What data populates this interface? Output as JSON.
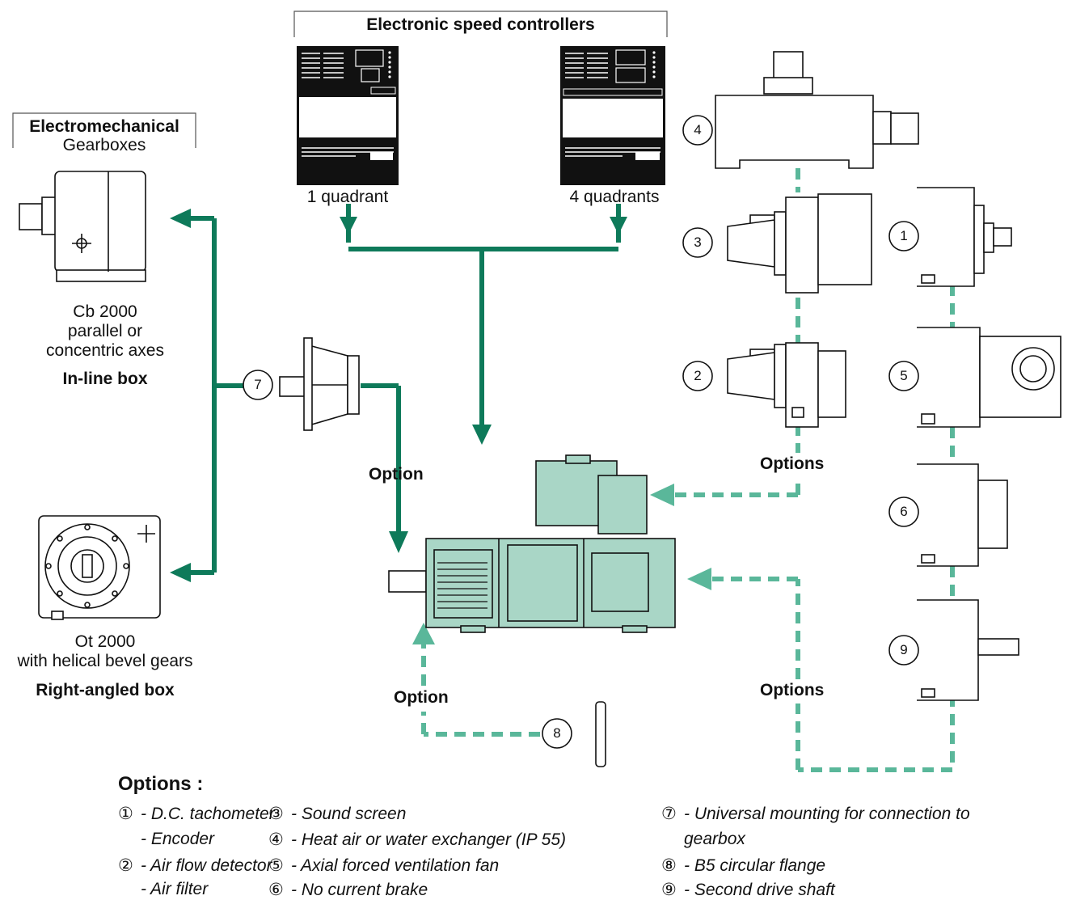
{
  "headings": {
    "controllers": "Electronic speed controllers",
    "electromechanical": "Electromechanical",
    "gearboxes": "Gearboxes"
  },
  "controllers": {
    "left_label": "1 quadrant",
    "right_label": "4 quadrants"
  },
  "gearbox_inline": {
    "line1": "Cb 2000",
    "line2": "parallel or",
    "line3": "concentric axes",
    "type": "In-line box"
  },
  "gearbox_angled": {
    "line1": "Ot 2000",
    "line2": "with helical bevel gears",
    "type": "Right-angled box"
  },
  "arrow_labels": {
    "option_upper": "Option",
    "option_lower": "Option",
    "options_upper": "Options",
    "options_lower": "Options"
  },
  "markers": {
    "m1": "1",
    "m2": "2",
    "m3": "3",
    "m4": "4",
    "m5": "5",
    "m6": "6",
    "m7": "7",
    "m8": "8",
    "m9": "9"
  },
  "legend": {
    "title": "Options :",
    "col1": [
      {
        "mark": "①",
        "text": "- D.C. tachometer"
      },
      {
        "mark": "",
        "text": "- Encoder"
      },
      {
        "mark": "②",
        "text": "- Air flow detector"
      },
      {
        "mark": "",
        "text": "- Air filter"
      }
    ],
    "col2": [
      {
        "mark": "③",
        "text": "- Sound screen"
      },
      {
        "mark": "④",
        "text": "- Heat air or water exchanger (IP 55)"
      },
      {
        "mark": "⑤",
        "text": "- Axial forced ventilation fan"
      },
      {
        "mark": "⑥",
        "text": "- No current brake"
      }
    ],
    "col3": [
      {
        "mark": "⑦",
        "text": "- Universal mounting for connection to"
      },
      {
        "mark": "",
        "text": "gearbox"
      },
      {
        "mark": "⑧",
        "text": "- B5 circular flange"
      },
      {
        "mark": "⑨",
        "text": "- Second drive shaft"
      }
    ]
  },
  "colors": {
    "arrow_green": "#0e7a5a",
    "dashed_green": "#5ab79a",
    "motor_fill": "#a9d6c6"
  }
}
